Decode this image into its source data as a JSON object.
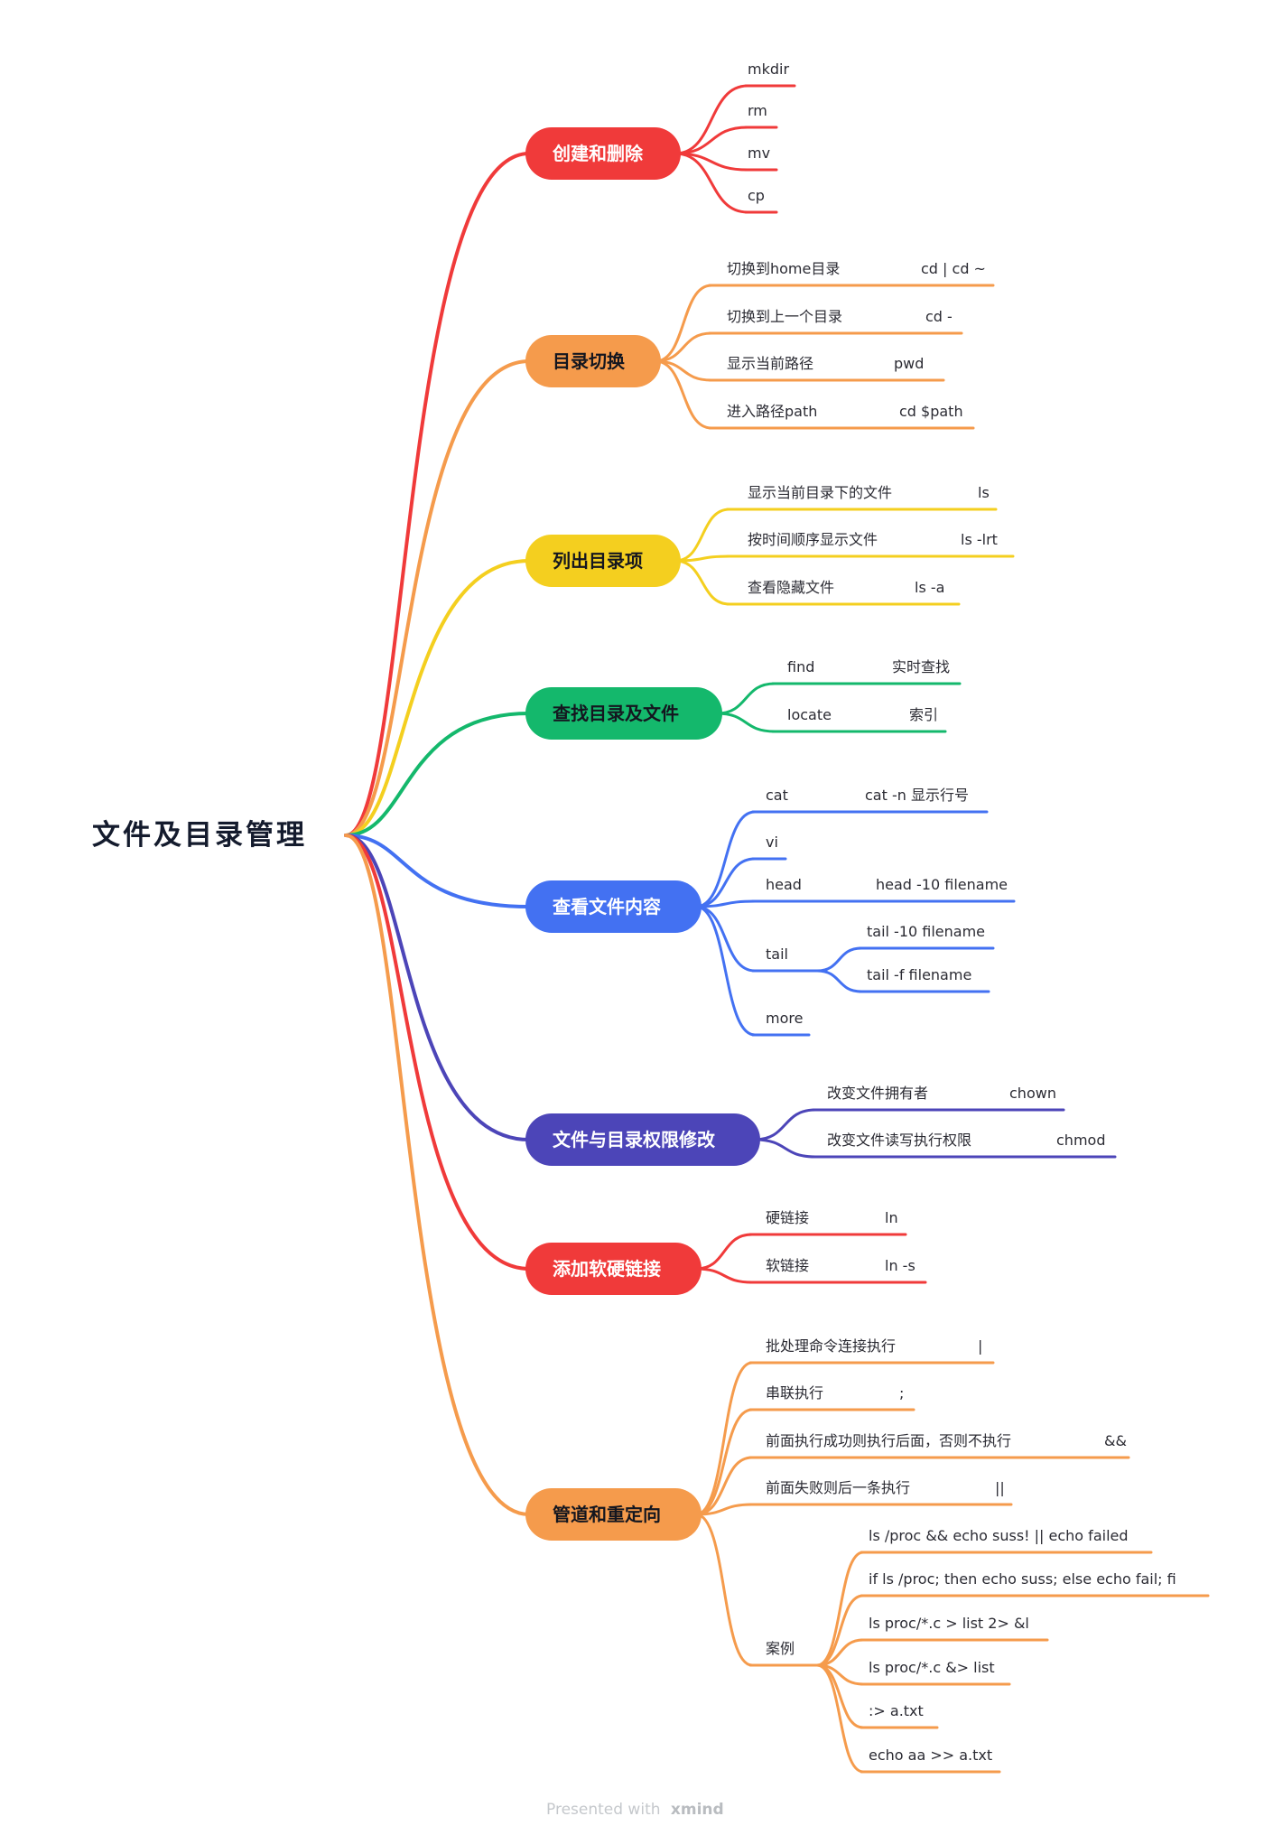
{
  "mindmap": {
    "root": "文件及目录管理",
    "branches": [
      {
        "label": "创建和删除",
        "color": "#f03a3a",
        "text_color": "#ffffff",
        "items": [
          {
            "label": "mkdir"
          },
          {
            "label": "rm"
          },
          {
            "label": "mv"
          },
          {
            "label": "cp"
          }
        ]
      },
      {
        "label": "目录切换",
        "color": "#f59b4c",
        "text_color": "#14161f",
        "items": [
          {
            "label": "切换到home目录",
            "value": "cd | cd ~"
          },
          {
            "label": "切换到上一个目录",
            "value": "cd -"
          },
          {
            "label": "显示当前路径",
            "value": "pwd"
          },
          {
            "label": "进入路径path",
            "value": "cd $path"
          }
        ]
      },
      {
        "label": "列出目录项",
        "color": "#f4cf1f",
        "text_color": "#14161f",
        "items": [
          {
            "label": "显示当前目录下的文件",
            "value": "ls"
          },
          {
            "label": "按时间顺序显示文件",
            "value": "ls -lrt"
          },
          {
            "label": "查看隐藏文件",
            "value": "ls -a"
          }
        ]
      },
      {
        "label": "查找目录及文件",
        "color": "#14b86c",
        "text_color": "#14161f",
        "items": [
          {
            "label": "find",
            "value": "实时查找"
          },
          {
            "label": "locate",
            "value": "索引"
          }
        ]
      },
      {
        "label": "查看文件内容",
        "color": "#4371f2",
        "text_color": "#ffffff",
        "items": [
          {
            "label": "cat",
            "value": "cat -n 显示行号"
          },
          {
            "label": "vi"
          },
          {
            "label": "head",
            "value": "head -10 filename"
          },
          {
            "label": "tail",
            "children": [
              "tail -10 filename",
              "tail -f filename"
            ]
          },
          {
            "label": "more"
          }
        ]
      },
      {
        "label": "文件与目录权限修改",
        "color": "#4c45b8",
        "text_color": "#ffffff",
        "items": [
          {
            "label": "改变文件拥有者",
            "value": "chown"
          },
          {
            "label": "改变文件读写执行权限",
            "value": "chmod"
          }
        ]
      },
      {
        "label": "添加软硬链接",
        "color": "#f03a3a",
        "text_color": "#ffffff",
        "items": [
          {
            "label": "硬链接",
            "value": "ln"
          },
          {
            "label": "软链接",
            "value": "ln -s"
          }
        ]
      },
      {
        "label": "管道和重定向",
        "color": "#f59b4c",
        "text_color": "#14161f",
        "items": [
          {
            "label": "批处理命令连接执行",
            "value": "|"
          },
          {
            "label": "串联执行",
            "value": ";"
          },
          {
            "label": "前面执行成功则执行后面，否则不执行",
            "value": "&&"
          },
          {
            "label": "前面失败则后一条执行",
            "value": "||"
          },
          {
            "label": "案例",
            "children": [
              "ls /proc && echo  suss! || echo failed",
              "if ls /proc; then echo suss; else echo fail; fi",
              "ls  proc/*.c > list 2> &l",
              "ls  proc/*.c &> list",
              ":> a.txt",
              "echo aa >> a.txt"
            ]
          }
        ]
      }
    ]
  },
  "footer": {
    "presented_with": "Presented with",
    "brand": "xmind"
  }
}
